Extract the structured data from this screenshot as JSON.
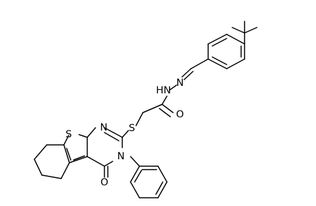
{
  "molecule": {
    "atom_labels": {
      "S_thiophene": "S",
      "N_pyrimidine": "N",
      "N_phenyl": "N",
      "O_pyrimidinone": "O",
      "S_thioether": "S",
      "O_amide": "O",
      "NH_hydrazide": "HN",
      "N_imine": "N"
    }
  }
}
